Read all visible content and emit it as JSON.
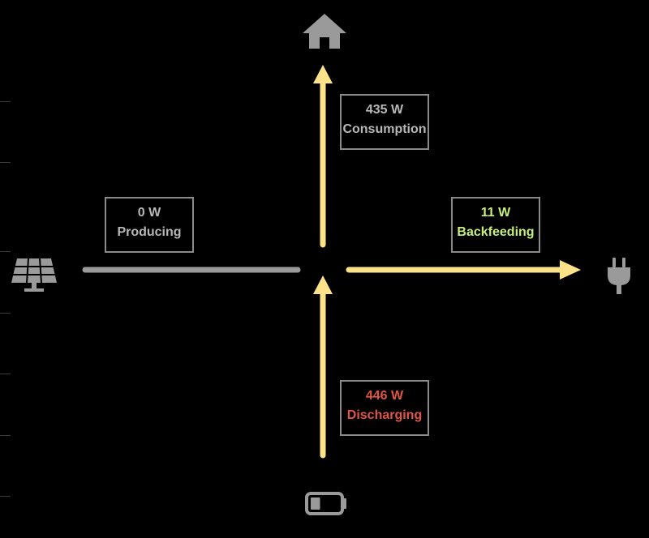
{
  "colors": {
    "background": "#000000",
    "flow_active": "#fde28a",
    "flow_idle": "#9a9a9a",
    "icon": "#9a9a9a",
    "text_neutral": "#b8b8b8",
    "text_export": "#c6f07a",
    "text_discharge": "#e05545"
  },
  "nodes": {
    "home": {
      "icon": "home-icon"
    },
    "solar": {
      "icon": "solar-panel-icon"
    },
    "grid": {
      "icon": "power-plug-icon"
    },
    "battery": {
      "icon": "battery-low-icon",
      "level": 0.25
    }
  },
  "flows": {
    "consumption": {
      "value": "435 W",
      "label": "Consumption",
      "status_color": "#b8b8b8"
    },
    "solar": {
      "value": "0 W",
      "label": "Producing",
      "status_color": "#b8b8b8"
    },
    "grid": {
      "value": "11 W",
      "label": "Backfeeding",
      "status_color": "#c6f07a"
    },
    "battery": {
      "value": "446 W",
      "label": "Discharging",
      "status_color": "#e05545"
    }
  }
}
